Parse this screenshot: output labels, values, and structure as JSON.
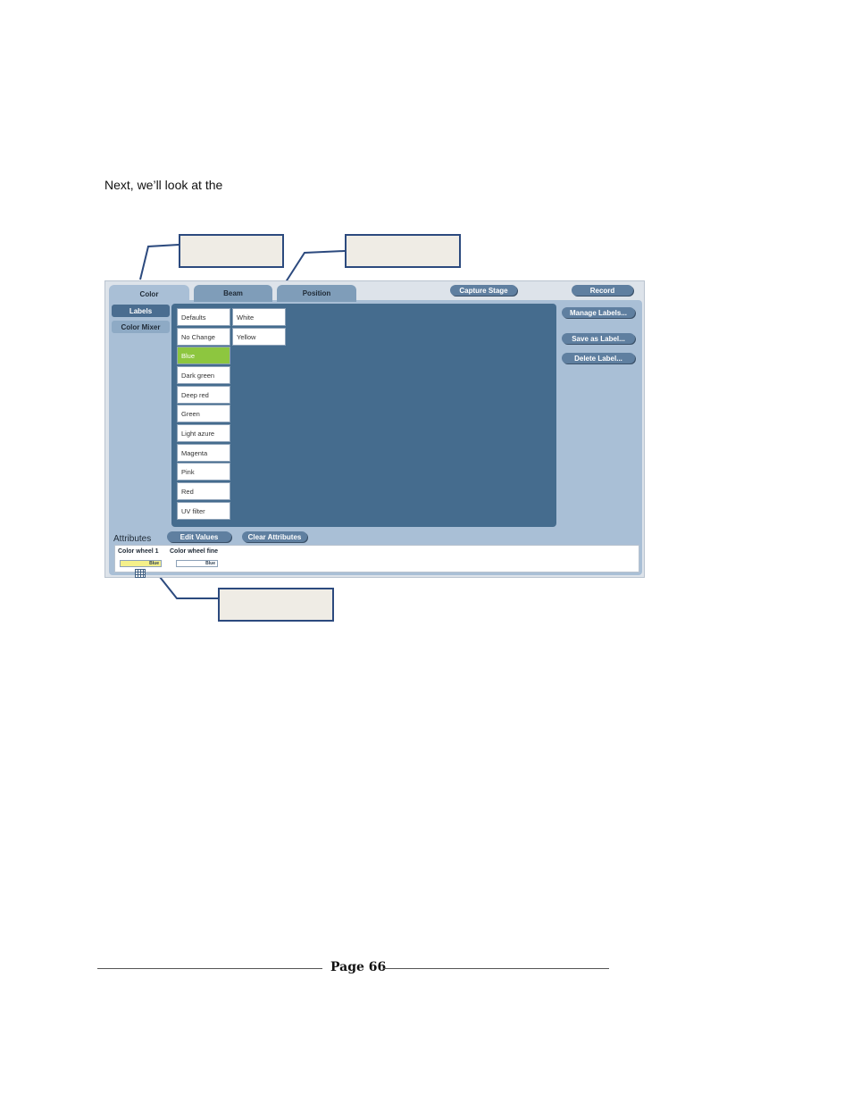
{
  "intro_text": "Next, we’ll look at the",
  "tabs": [
    {
      "label": "Color",
      "active": true
    },
    {
      "label": "Beam",
      "active": false
    },
    {
      "label": "Position",
      "active": false
    }
  ],
  "toolbar": {
    "capture_label": "Capture Stage",
    "record_label": "Record"
  },
  "sidebar": [
    {
      "label": "Labels",
      "selected": true
    },
    {
      "label": "Color Mixer",
      "selected": false
    }
  ],
  "label_grid": {
    "column1": [
      "Defaults",
      "No Change",
      "Blue",
      "Dark green",
      "Deep red",
      "Green",
      "Light azure",
      "Magenta",
      "Pink",
      "Red",
      "UV filter"
    ],
    "column2": [
      "White",
      "Yellow"
    ],
    "selected": "Blue",
    "selected_color": "#8dc63f"
  },
  "actions": {
    "manage_label": "Manage Labels...",
    "save_label": "Save as Label...",
    "delete_label": "Delete Label..."
  },
  "attributes": {
    "title": "Attributes",
    "edit_values": "Edit Values",
    "clear_attributes": "Clear Attributes",
    "items": [
      {
        "label": "Color wheel 1",
        "value": "Blue",
        "highlighted": true
      },
      {
        "label": "Color wheel fine",
        "value": "Blue",
        "highlighted": false
      }
    ]
  },
  "footer": {
    "page": "Page 66"
  },
  "colors": {
    "accent_dark": "#456c8e",
    "panel": "#a9bfd6",
    "callout_border": "#2c4a7e",
    "callout_fill": "#efece5"
  }
}
